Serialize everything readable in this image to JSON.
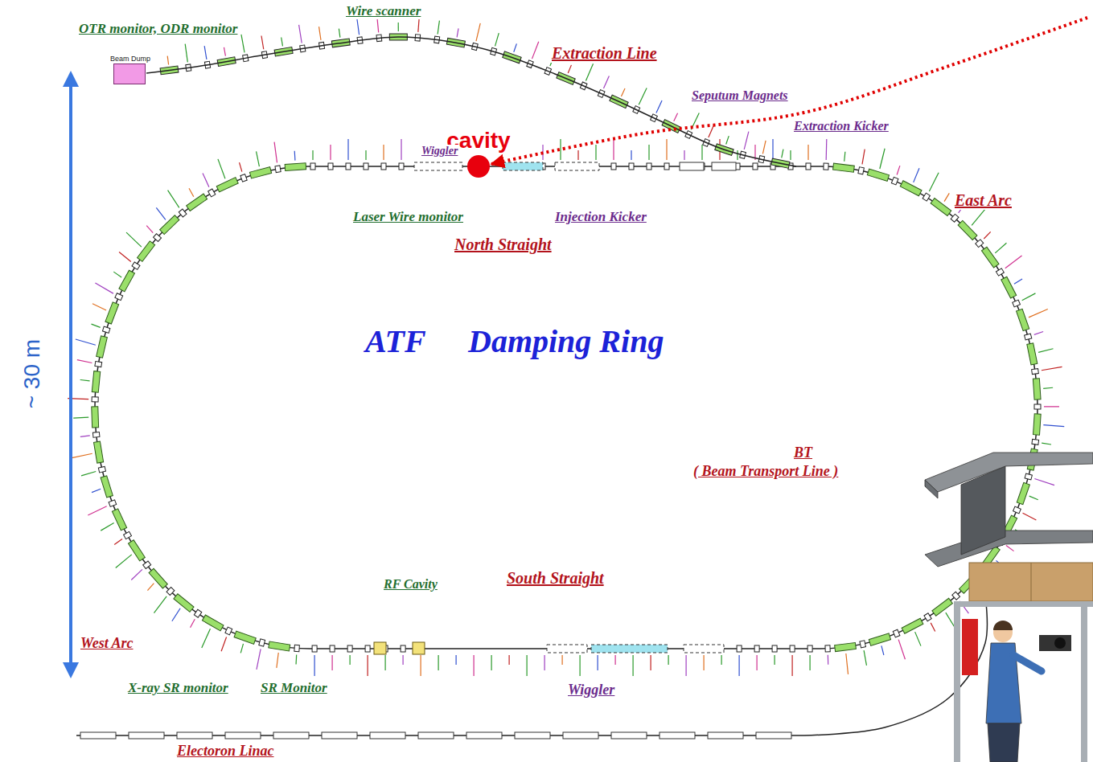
{
  "diagram": {
    "nodes": [
      {
        "text": [
          "Beam Dump"
        ]
      },
      {
        "text": [
          "cavity"
        ]
      }
    ],
    "labels": [
      "Wire scanner",
      "OTR monitor, ODR monitor",
      "Extraction Line",
      "Seputum Magnets",
      "Wiggler",
      "Extraction Kicker",
      "East Arc",
      "Laser Wire monitor",
      "Injection Kicker",
      "North Straight",
      "ATF",
      "Damping Ring",
      "~ 30 m",
      "BT",
      "( Beam Transport Line )",
      "RF Cavity",
      "South Straight",
      "West Arc",
      "X-ray SR monitor",
      "SR Monitor",
      "Wiggler",
      "Electoron Linac"
    ]
  }
}
